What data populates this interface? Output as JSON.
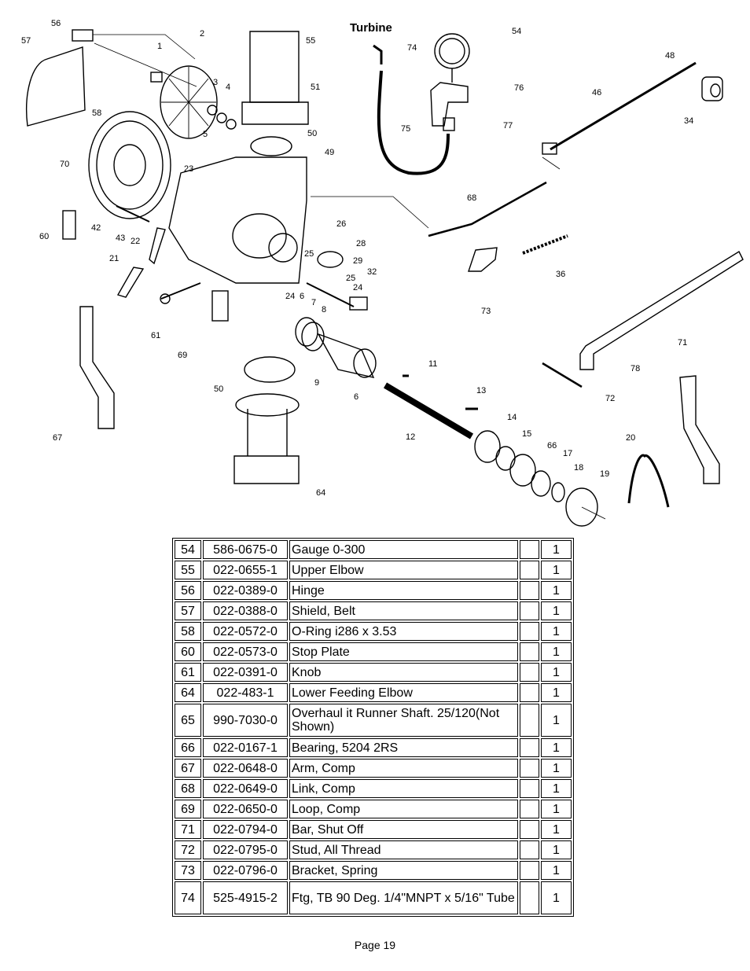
{
  "diagram": {
    "title": "Turbine",
    "callouts": [
      "1",
      "2",
      "3",
      "4",
      "5",
      "6",
      "6",
      "7",
      "8",
      "9",
      "11",
      "12",
      "13",
      "14",
      "15",
      "17",
      "18",
      "19",
      "20",
      "21",
      "22",
      "23",
      "24",
      "24",
      "25",
      "25",
      "26",
      "28",
      "29",
      "32",
      "34",
      "36",
      "42",
      "43",
      "46",
      "48",
      "49",
      "50",
      "50",
      "51",
      "54",
      "55",
      "56",
      "57",
      "58",
      "60",
      "61",
      "64",
      "66",
      "67",
      "68",
      "69",
      "70",
      "71",
      "72",
      "73",
      "74",
      "75",
      "76",
      "77",
      "78"
    ]
  },
  "parts": [
    {
      "item": "54",
      "part_no": "586-0675-0",
      "description": "Gauge 0-300",
      "qty": "1"
    },
    {
      "item": "55",
      "part_no": "022-0655-1",
      "description": "Upper Elbow",
      "qty": "1"
    },
    {
      "item": "56",
      "part_no": "022-0389-0",
      "description": "Hinge",
      "qty": "1"
    },
    {
      "item": "57",
      "part_no": "022-0388-0",
      "description": "Shield, Belt",
      "qty": "1"
    },
    {
      "item": "58",
      "part_no": "022-0572-0",
      "description": "O-Ring i286 x 3.53",
      "qty": "1"
    },
    {
      "item": "60",
      "part_no": "022-0573-0",
      "description": "Stop Plate",
      "qty": "1"
    },
    {
      "item": "61",
      "part_no": "022-0391-0",
      "description": "Knob",
      "qty": "1"
    },
    {
      "item": "64",
      "part_no": "022-483-1",
      "description": "Lower Feeding Elbow",
      "qty": "1"
    },
    {
      "item": "65",
      "part_no": "990-7030-0",
      "description": "Overhaul it Runner Shaft.  25/120(Not Shown)",
      "qty": "1"
    },
    {
      "item": "66",
      "part_no": "022-0167-1",
      "description": "Bearing, 5204 2RS",
      "qty": "1"
    },
    {
      "item": "67",
      "part_no": "022-0648-0",
      "description": "Arm, Comp",
      "qty": "1"
    },
    {
      "item": "68",
      "part_no": "022-0649-0",
      "description": "Link, Comp",
      "qty": "1"
    },
    {
      "item": "69",
      "part_no": "022-0650-0",
      "description": "Loop, Comp",
      "qty": "1"
    },
    {
      "item": "71",
      "part_no": "022-0794-0",
      "description": "Bar, Shut Off",
      "qty": "1"
    },
    {
      "item": "72",
      "part_no": "022-0795-0",
      "description": "Stud, All Thread",
      "qty": "1"
    },
    {
      "item": "73",
      "part_no": "022-0796-0",
      "description": "Bracket, Spring",
      "qty": "1"
    },
    {
      "item": "74",
      "part_no": "525-4915-2",
      "description": "Ftg, TB 90 Deg. 1/4\"MNPT x 5/16\" Tube",
      "qty": "1"
    }
  ],
  "footer": {
    "page": "Page 19"
  }
}
